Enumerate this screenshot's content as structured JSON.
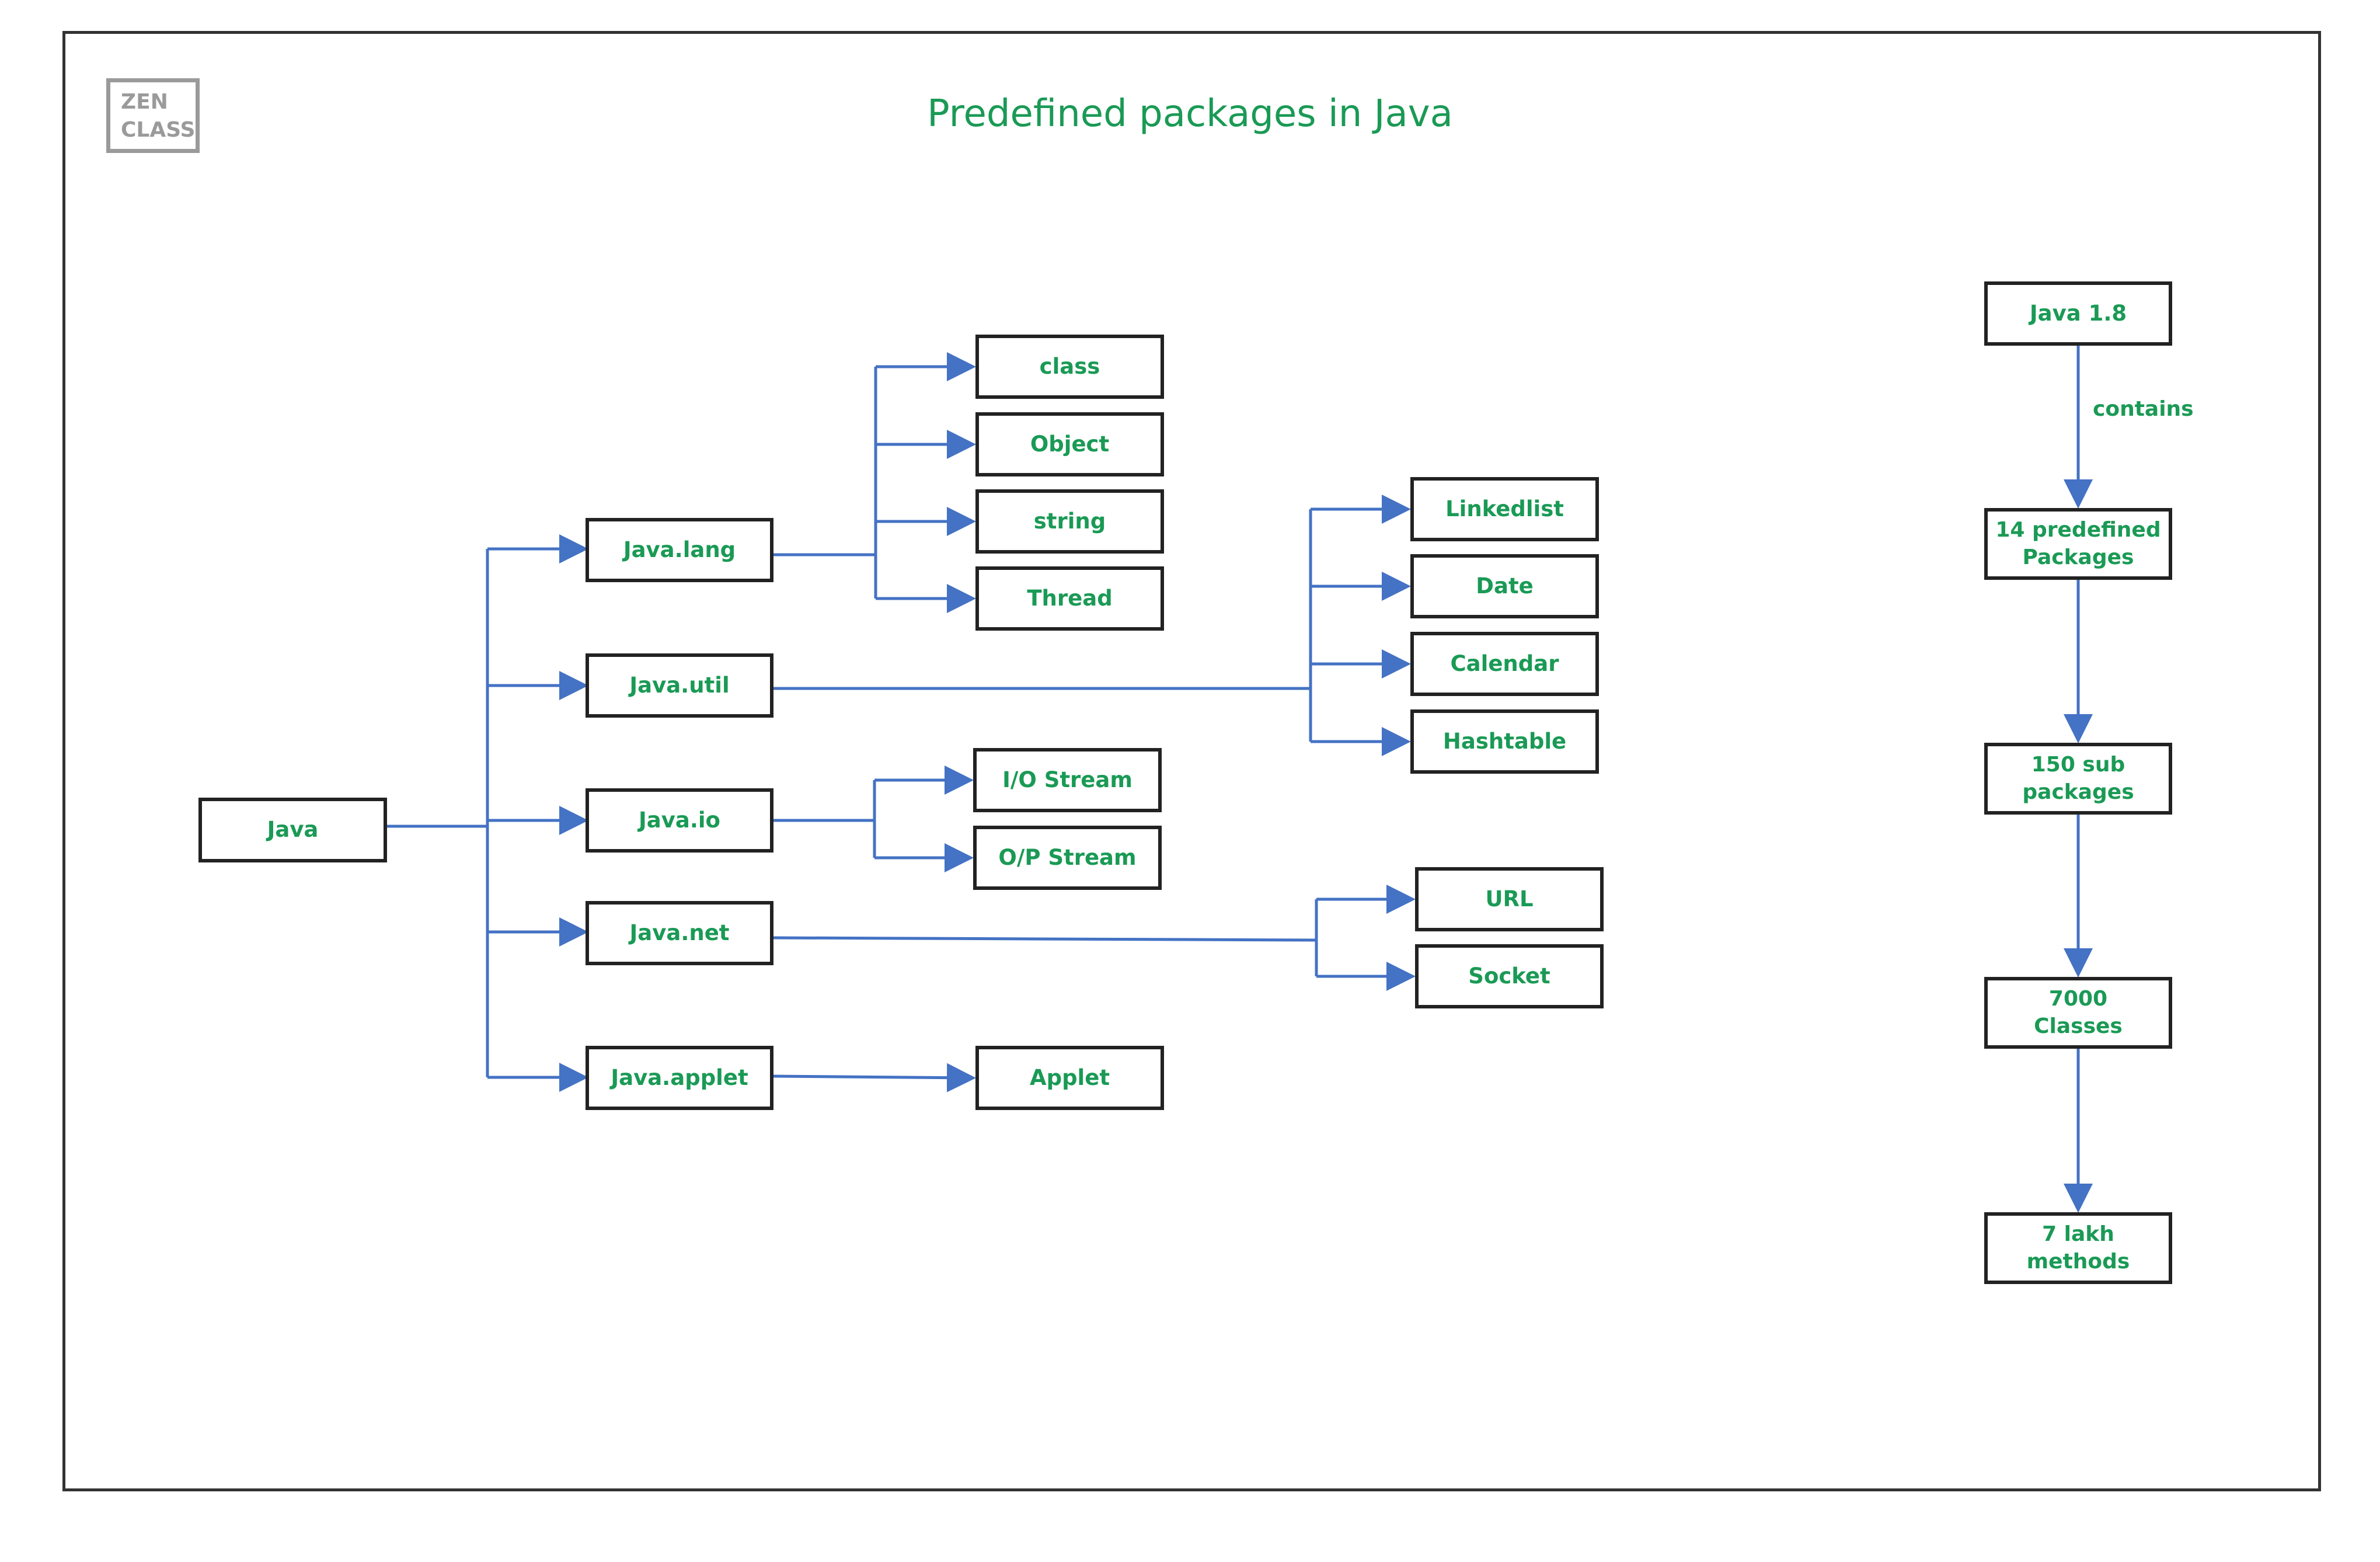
{
  "title": "Predefined packages in Java",
  "logo": {
    "line1": "ZEN",
    "line2": "CLASS"
  },
  "colors": {
    "accent_text": "#1a9a55",
    "connector": "#4472c4",
    "box_border": "#222222",
    "logo": "#9a9a9a"
  },
  "tree": {
    "root": "Java",
    "packages": {
      "lang": "Java.lang",
      "util": "Java.util",
      "io": "Java.io",
      "net": "Java.net",
      "applet": "Java.applet"
    },
    "lang_classes": [
      "class",
      "Object",
      "string",
      "Thread"
    ],
    "util_classes": [
      "Linkedlist",
      "Date",
      "Calendar",
      "Hashtable"
    ],
    "io_classes": [
      "I/O Stream",
      "O/P Stream"
    ],
    "net_classes": [
      "URL",
      "Socket"
    ],
    "applet_classes": [
      "Applet"
    ]
  },
  "stats": {
    "version": "Java 1.8",
    "edge_label": "contains",
    "items": [
      "14 predefined Packages",
      "150 sub packages",
      "7000 Classes",
      "7 lakh methods"
    ]
  }
}
